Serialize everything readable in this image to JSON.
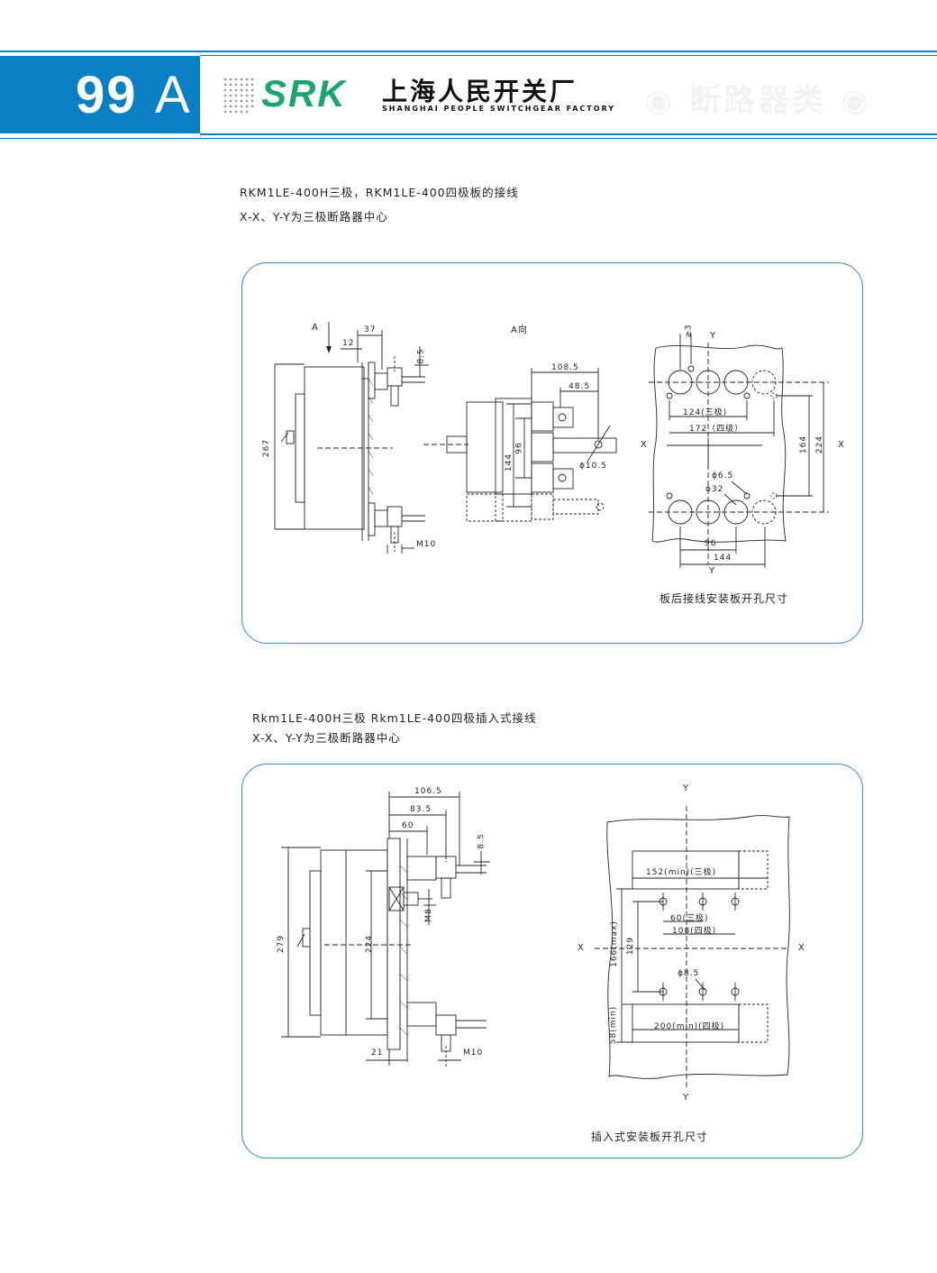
{
  "header": {
    "page_number": "99",
    "page_letter": "A",
    "logo_text": "SRK",
    "company_cn": "上海人民开关厂",
    "company_en": "SHANGHAI PEOPLE SWITCHGEAR FACTORY",
    "category": "◉ 断路器类 ◉",
    "colors": {
      "accent": "#0a7fc4",
      "logo_green": "#1aa66c",
      "panel_border": "#2c8fcf"
    }
  },
  "section1": {
    "line1": "RKM1LE-400H三极，RKM1LE-400四极板的接线",
    "line2": "X-X、Y-Y为三极断路器中心",
    "side_view": {
      "a": "A",
      "d37": "37",
      "d12": "12",
      "d8_5": "8.5",
      "d267": "267",
      "m10": "M10"
    },
    "a_view": {
      "title": "A向",
      "d108_5": "108.5",
      "d48_5": "48.5",
      "d96": "96",
      "d144": "144",
      "phi10_5": "ϕ10.5"
    },
    "cutout": {
      "ge3": "≥3",
      "y": "Y",
      "x": "X",
      "d124": "124(三极)",
      "d172": "172（四级）",
      "d164": "164",
      "d224": "224",
      "phi6_5": "ϕ6.5",
      "phi32": "ϕ32",
      "d96": "96",
      "d144": "144"
    },
    "caption": "板后接线安装板开孔尺寸"
  },
  "section2": {
    "line1": "Rkm1LE-400H三极 Rkm1LE-400四极插入式接线",
    "line2": "X-X、Y-Y为三极断路器中心",
    "side_view": {
      "d106_5": "106.5",
      "d83_5": "83.5",
      "d60": "60",
      "d8_5": "8.5",
      "m8": "M8",
      "d279": "279",
      "d224": "224",
      "d21": "21",
      "m10": "M10"
    },
    "cutout": {
      "y": "Y",
      "x": "X",
      "d152": "152(min)(三极)",
      "d60": "60(三极)",
      "d108": "108(四极)",
      "d166": "166(max)",
      "d129": "129",
      "phi8_5": "ϕ8.5",
      "d58": "58(min)",
      "d200": "200(min)(四极)"
    },
    "caption": "插入式安装板开孔尺寸"
  }
}
